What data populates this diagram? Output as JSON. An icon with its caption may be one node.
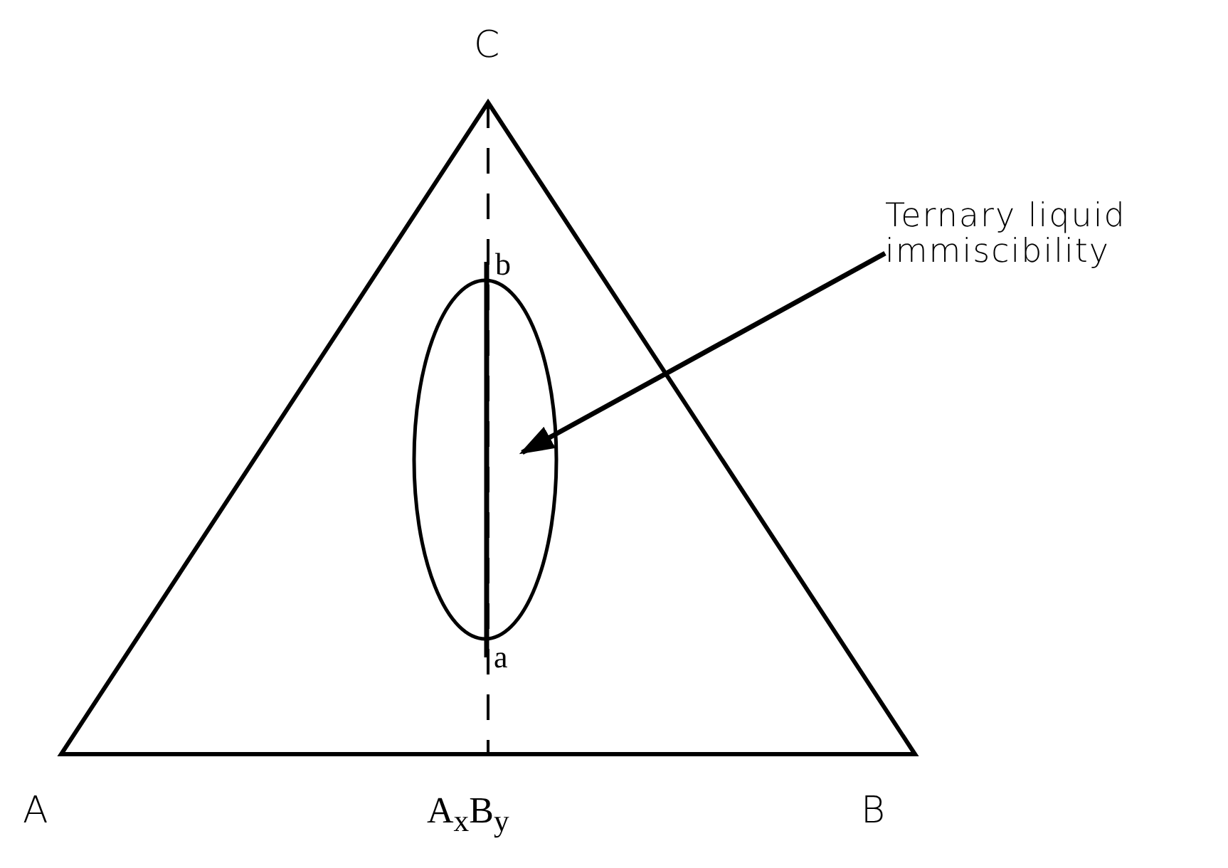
{
  "diagram": {
    "nodes": [
      {
        "text": [
          "Ternary liquid immiscibility"
        ]
      },
      {
        "text": [],
        "shape": "ellipse"
      }
    ],
    "edges": [
      {
        "from": 0,
        "to": 1,
        "arrow": "to"
      }
    ],
    "labels": [
      "C",
      "b",
      "a",
      "A",
      "A$_{x}$B$_{y}$",
      "B"
    ]
  }
}
